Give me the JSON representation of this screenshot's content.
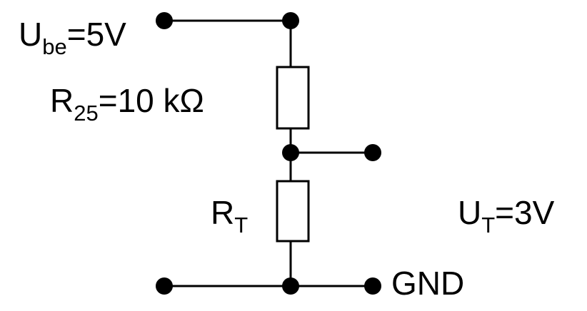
{
  "diagram": {
    "labels": {
      "input_voltage": {
        "main": "U",
        "sub": "be",
        "rest": "=5V"
      },
      "fixed_resistor": {
        "main": "R",
        "sub": "25",
        "rest": "=10 kΩ"
      },
      "thermistor": {
        "main": "R",
        "sub": "T"
      },
      "output_voltage": {
        "main": "U",
        "sub": "T",
        "rest": "=3V"
      },
      "ground": "GND"
    },
    "colors": {
      "line": "#000000",
      "background": "#ffffff"
    }
  }
}
